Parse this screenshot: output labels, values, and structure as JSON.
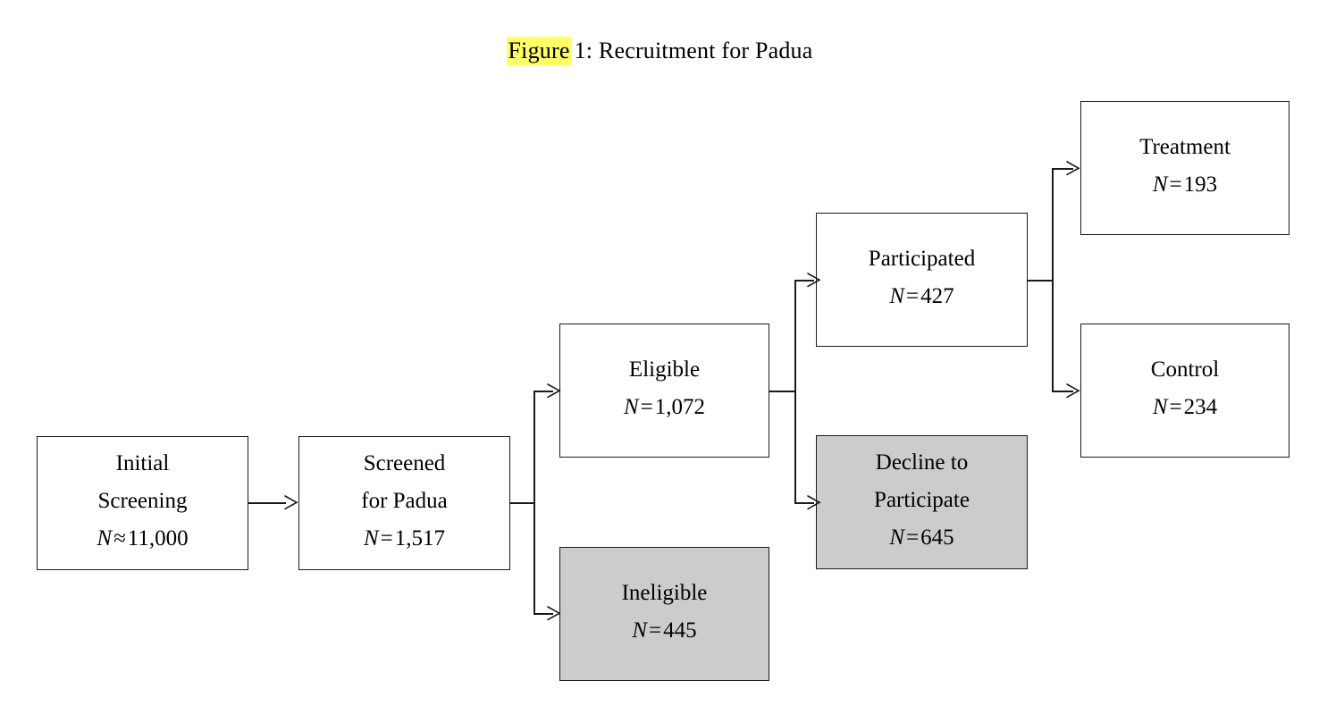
{
  "figure": {
    "title_highlighted": "Figure",
    "title_rest": "1: Recruitment for Padua",
    "highlight_color": "#ffff66",
    "shaded_fill": "#cccccc",
    "line_color": "#1a1a1a",
    "box_fill": "#ffffff"
  },
  "chart_data": {
    "type": "diagram",
    "title": "Figure 1: Recruitment for Padua",
    "nodes": [
      {
        "id": "initial-screening",
        "lines": [
          "Initial",
          "Screening"
        ],
        "stat_symbol": "N",
        "stat_operator": "≈",
        "stat_value": "11,000",
        "shaded": false
      },
      {
        "id": "screened-for-padua",
        "lines": [
          "Screened",
          "for Padua"
        ],
        "stat_symbol": "N",
        "stat_operator": "=",
        "stat_value": "1,517",
        "shaded": false
      },
      {
        "id": "eligible",
        "lines": [
          "Eligible"
        ],
        "stat_symbol": "N",
        "stat_operator": "=",
        "stat_value": "1,072",
        "shaded": false
      },
      {
        "id": "ineligible",
        "lines": [
          "Ineligible"
        ],
        "stat_symbol": "N",
        "stat_operator": "=",
        "stat_value": "445",
        "shaded": true
      },
      {
        "id": "participated",
        "lines": [
          "Participated"
        ],
        "stat_symbol": "N",
        "stat_operator": "=",
        "stat_value": "427",
        "shaded": false
      },
      {
        "id": "decline-to-participate",
        "lines": [
          "Decline to",
          "Participate"
        ],
        "stat_symbol": "N",
        "stat_operator": "=",
        "stat_value": "645",
        "shaded": true
      },
      {
        "id": "treatment",
        "lines": [
          "Treatment"
        ],
        "stat_symbol": "N",
        "stat_operator": "=",
        "stat_value": "193",
        "shaded": false
      },
      {
        "id": "control",
        "lines": [
          "Control"
        ],
        "stat_symbol": "N",
        "stat_operator": "=",
        "stat_value": "234",
        "shaded": false
      }
    ],
    "edges": [
      {
        "from": "initial-screening",
        "to": "screened-for-padua"
      },
      {
        "from": "screened-for-padua",
        "to": "eligible"
      },
      {
        "from": "screened-for-padua",
        "to": "ineligible"
      },
      {
        "from": "eligible",
        "to": "participated"
      },
      {
        "from": "eligible",
        "to": "decline-to-participate"
      },
      {
        "from": "participated",
        "to": "treatment"
      },
      {
        "from": "participated",
        "to": "control"
      }
    ]
  },
  "nodes": {
    "initial_screening": {
      "line1": "Initial",
      "line2": "Screening",
      "stat_symbol": "N",
      "stat_operator": "≈",
      "stat_value": "11,000"
    },
    "screened_for_padua": {
      "line1": "Screened",
      "line2": "for Padua",
      "stat_symbol": "N",
      "stat_operator": "=",
      "stat_value": "1,517"
    },
    "eligible": {
      "line1": "Eligible",
      "stat_symbol": "N",
      "stat_operator": "=",
      "stat_value": "1,072"
    },
    "ineligible": {
      "line1": "Ineligible",
      "stat_symbol": "N",
      "stat_operator": "=",
      "stat_value": "445"
    },
    "participated": {
      "line1": "Participated",
      "stat_symbol": "N",
      "stat_operator": "=",
      "stat_value": "427"
    },
    "decline_to_participate": {
      "line1": "Decline to",
      "line2": "Participate",
      "stat_symbol": "N",
      "stat_operator": "=",
      "stat_value": "645"
    },
    "treatment": {
      "line1": "Treatment",
      "stat_symbol": "N",
      "stat_operator": "=",
      "stat_value": "193"
    },
    "control": {
      "line1": "Control",
      "stat_symbol": "N",
      "stat_operator": "=",
      "stat_value": "234"
    }
  }
}
